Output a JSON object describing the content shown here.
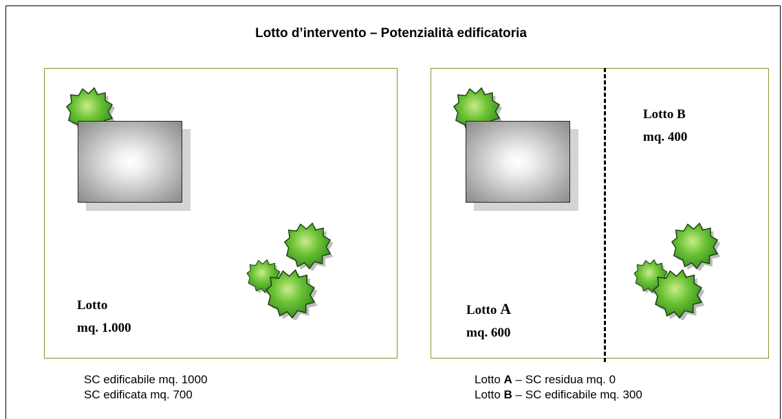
{
  "title": "Lotto d’intervento – Potenzialità edificatoria",
  "left_panel": {
    "label_line1": "Lotto",
    "label_line2": "mq. 1.000",
    "note_line1": "SC edificabile mq. 1000",
    "note_line2": "SC edificata mq. 700"
  },
  "right_panel": {
    "lot_a_prefix": "Lotto ",
    "lot_a_letter": "A",
    "lot_a_area": "mq. 600",
    "lot_b_name": "Lotto B",
    "lot_b_area": "mq. 400",
    "note_a_prefix": "Lotto ",
    "note_a_letter": "A",
    "note_a_rest": " – SC residua mq. 0",
    "note_b_prefix": "Lotto ",
    "note_b_letter": "B",
    "note_b_rest": " – SC edificabile mq. 300"
  },
  "colors": {
    "lot_border": "#8c8c2e",
    "tree_green": "#4caf2a",
    "tree_light": "#b9e27a",
    "building_gray": "#8a8a8a"
  },
  "icons": [
    "tree-icon",
    "building-icon"
  ]
}
